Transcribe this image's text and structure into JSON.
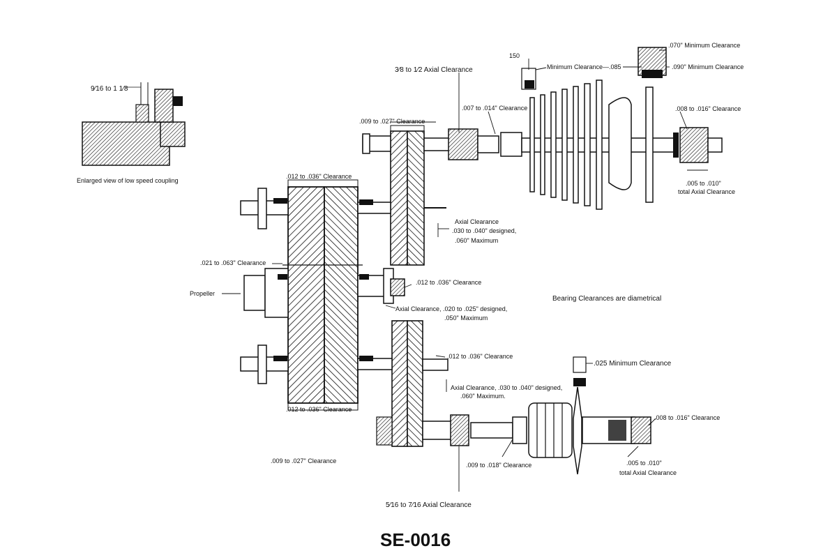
{
  "diagram_id": "SE-0016",
  "labels": {
    "coupling_dim": "9⁄16 to 1 1⁄8",
    "coupling_caption": "Enlarged view of low speed coupling",
    "hp_axial": "3⁄8 to 1⁄2 Axial Clearance",
    "min_150": "150",
    "min_clear_085": "Minimum Clearance—.085",
    "min_070": ".070\" Minimum Clearance",
    "min_090": ".090\" Minimum Clearance",
    "c_007_014": ".007 to .014\" Clearance",
    "c_009_027_top": ".009 to .027\" Clearance",
    "c_008_016_top": ".008 to .016\" Clearance",
    "axial_005_top_1": ".005 to .010\"",
    "axial_005_top_2": "total Axial Clearance",
    "c_012_036_top": ".012 to .036\" Clearance",
    "axial_030_top_1": "Axial Clearance",
    "axial_030_top_2": ".030 to .040\" designed,",
    "axial_030_top_3": ".060\" Maximum",
    "c_021_063": ".021 to .063\" Clearance",
    "propeller": "Propeller",
    "c_012_036_mid": ".012 to .036\" Clearance",
    "axial_020_1": "Axial Clearance, .020 to .025\" designed,",
    "axial_020_2": ".050\" Maximum",
    "bearing_note": "Bearing Clearances are diametrical",
    "c_012_036_low": ".012 to .036\" Clearance",
    "min_025": ".025 Minimum Clearance",
    "axial_030_low_1": "Axial Clearance, .030 to .040\" designed,",
    "axial_030_low_2": ".060\" Maximum.",
    "c_012_036_bot": ".012 to .036\" Clearance",
    "c_008_016_bot": ".008 to .016\" Clearance",
    "c_009_027_bot": ".009 to .027\" Clearance",
    "c_009_018": ".009 to .018\" Clearance",
    "axial_005_bot_1": ".005 to .010\"",
    "axial_005_bot_2": "total Axial Clearance",
    "lp_axial": "5⁄16 to 7⁄16 Axial Clearance"
  },
  "colors": {
    "ink": "#111111",
    "paper": "#ffffff"
  }
}
